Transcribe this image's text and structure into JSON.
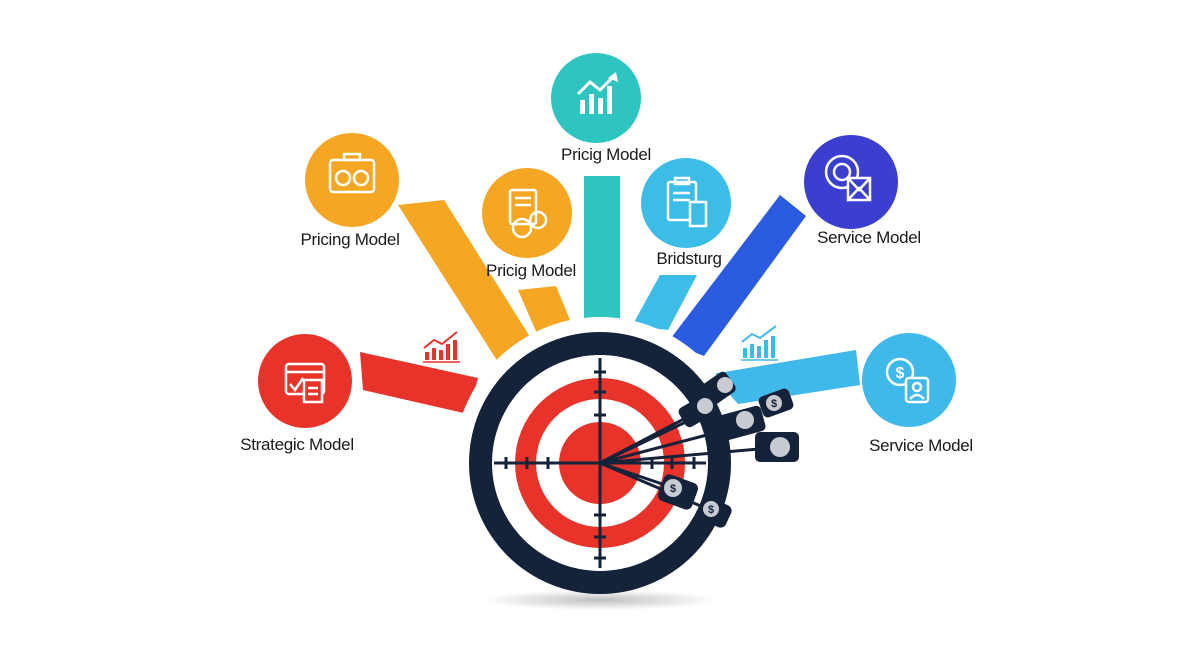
{
  "colors": {
    "red": "#e8332b",
    "orange": "#f5a623",
    "teal": "#2ec4c0",
    "light_blue": "#3bbde8",
    "blue": "#2a5be0",
    "indigo": "#3a3fd0",
    "sky": "#3fb8ea",
    "navy": "#14223a"
  },
  "nodes": [
    {
      "label": "Pricing Model",
      "icon": "team-briefcase-icon",
      "color": "#f5a623"
    },
    {
      "label": "Pricig Model",
      "icon": "document-coins-icon",
      "color": "#f5a623"
    },
    {
      "label": "Pricig Model",
      "icon": "growth-chart-icon",
      "color": "#2ec4c0"
    },
    {
      "label": "Bridsturg",
      "icon": "clipboard-card-icon",
      "color": "#3bbde8"
    },
    {
      "label": "Service Model",
      "icon": "target-envelope-icon",
      "color": "#3a3fd0"
    },
    {
      "label": "Strategic Model",
      "icon": "calendar-checklist-icon",
      "color": "#e8332b"
    },
    {
      "label": "Service Model",
      "icon": "dollar-person-icon",
      "color": "#3fb8ea"
    }
  ],
  "center": {
    "icon": "bullseye-target-icon",
    "darts": "dollar-darts-icon"
  }
}
